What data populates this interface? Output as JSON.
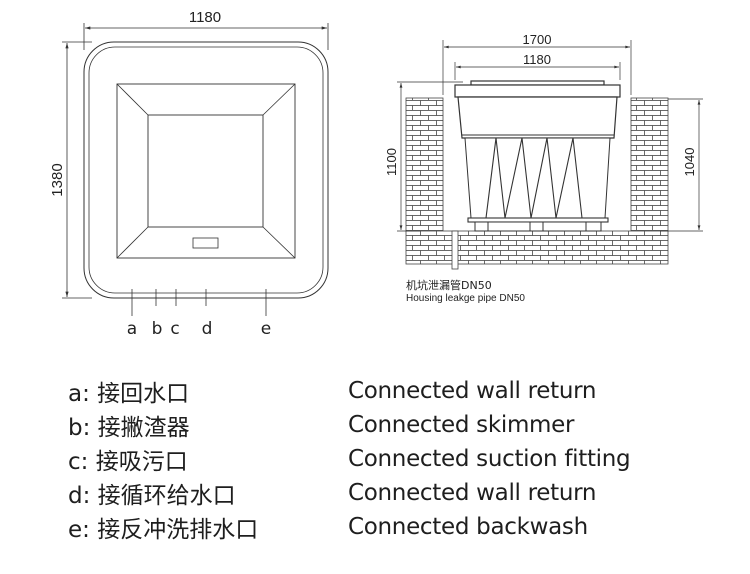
{
  "top_view": {
    "width_label": "1180",
    "height_label": "1380",
    "connection_markers": [
      "a",
      "b",
      "c",
      "d",
      "e"
    ]
  },
  "side_view": {
    "pit_width_label": "1700",
    "tub_width_label": "1180",
    "pit_depth_label": "1100",
    "wall_height_label": "1040",
    "drain_note_cn": "机坑泄漏管DN50",
    "drain_note_en": "Housing leakge pipe DN50"
  },
  "legend": [
    {
      "key": "a",
      "cn": "a: 接回水口",
      "en": "Connected wall return"
    },
    {
      "key": "b",
      "cn": "b: 接撇渣器",
      "en": "Connected skimmer"
    },
    {
      "key": "c",
      "cn": "c: 接吸污口",
      "en": "Connected suction fitting"
    },
    {
      "key": "d",
      "cn": "d: 接循环给水口",
      "en": "Connected wall return"
    },
    {
      "key": "e",
      "cn": "e: 接反冲洗排水口",
      "en": "Connected backwash"
    }
  ],
  "colors": {
    "line": "#333333",
    "text": "#222222",
    "background": "#ffffff"
  }
}
